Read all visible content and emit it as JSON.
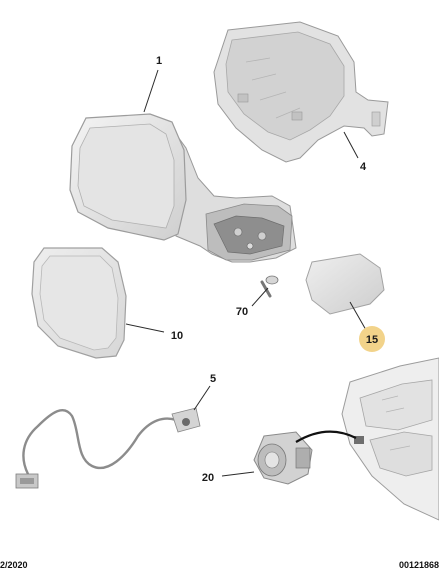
{
  "callouts": {
    "part1": "1",
    "part4": "4",
    "part5": "5",
    "part10": "10",
    "part15": "15",
    "part20": "20",
    "part70": "70"
  },
  "footer": {
    "date": "2/2020",
    "reference": "00121868"
  },
  "colors": {
    "highlight": "#f2d38a",
    "line": "#2a2a2a",
    "part_fill": "#e9e9e9",
    "part_stroke": "#9a9a9a"
  }
}
